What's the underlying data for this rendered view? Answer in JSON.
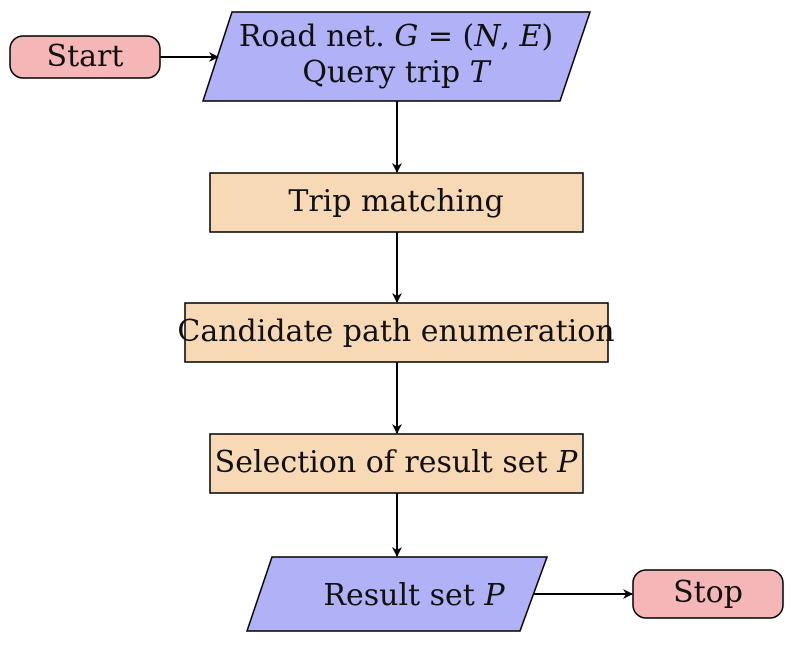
{
  "colors": {
    "terminal_fill": "#F4B6B6",
    "io_fill": "#B0B1F7",
    "process_fill": "#F8D9B6",
    "stroke": "#000000"
  },
  "start": {
    "label": "Start"
  },
  "input": {
    "line1_prefix": "Road net. ",
    "line1_var": "G",
    "line1_eq": " = (",
    "line1_n": "N",
    "line1_comma": ", ",
    "line1_e": "E",
    "line1_close": ")",
    "line2_prefix": "Query trip ",
    "line2_var": "T"
  },
  "steps": {
    "trip_matching": "Trip matching",
    "enumeration": "Candidate path enumeration",
    "selection_prefix": "Selection of result set ",
    "selection_var": "P"
  },
  "output": {
    "prefix": "Result set ",
    "var": "P"
  },
  "stop": {
    "label": "Stop"
  }
}
